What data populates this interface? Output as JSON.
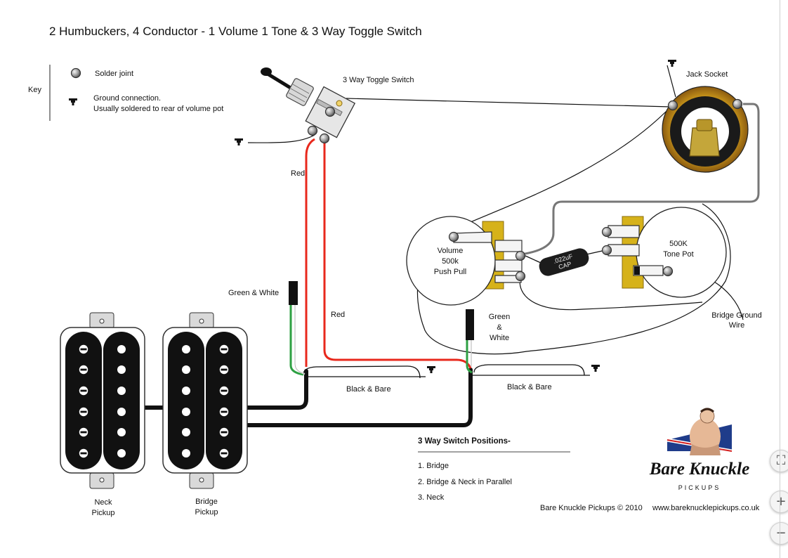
{
  "title": "2 Humbuckers, 4 Conductor - 1 Volume 1 Tone & 3 Way Toggle Switch",
  "key": {
    "label": "Key",
    "solder_joint": "Solder joint",
    "ground_line1": "Ground connection.",
    "ground_line2": "Usually soldered to rear of volume pot"
  },
  "components": {
    "toggle_switch": "3 Way Toggle Switch",
    "jack_socket": "Jack Socket",
    "volume_pot": [
      "Volume",
      "500k",
      "Push Pull"
    ],
    "tone_pot": [
      "500K",
      "Tone Pot"
    ],
    "capacitor": [
      ".022uF",
      "CAP"
    ],
    "neck_pickup": [
      "Neck",
      "Pickup"
    ],
    "bridge_pickup": [
      "Bridge",
      "Pickup"
    ]
  },
  "wires": {
    "red_1": "Red",
    "red_2": "Red",
    "green_white_neck": "Green & White",
    "green_white_bridge": [
      "Green",
      "&",
      "White"
    ],
    "black_bare_neck": "Black & Bare",
    "black_bare_bridge": "Black & Bare",
    "bridge_ground": [
      "Bridge Ground",
      "Wire"
    ]
  },
  "switch_positions": {
    "heading": "3 Way Switch Positions-",
    "items": [
      "1. Bridge",
      "2. Bridge & Neck in Parallel",
      "3. Neck"
    ]
  },
  "logo": {
    "line1": "Bare Knuckle",
    "line2": "PICKUPS"
  },
  "footer": {
    "credit": "Bare Knuckle Pickups © 2010",
    "url": "www.bareknucklepickups.co.uk"
  },
  "zoom_controls": {
    "fit": "⛶",
    "zoom_in": "+",
    "zoom_out": "−"
  },
  "colors": {
    "red_wire": "#e8281c",
    "green_wire": "#2ea043",
    "pot_tab": "#d6b21a",
    "black_wire": "#111111",
    "grey_wire": "#777777"
  }
}
